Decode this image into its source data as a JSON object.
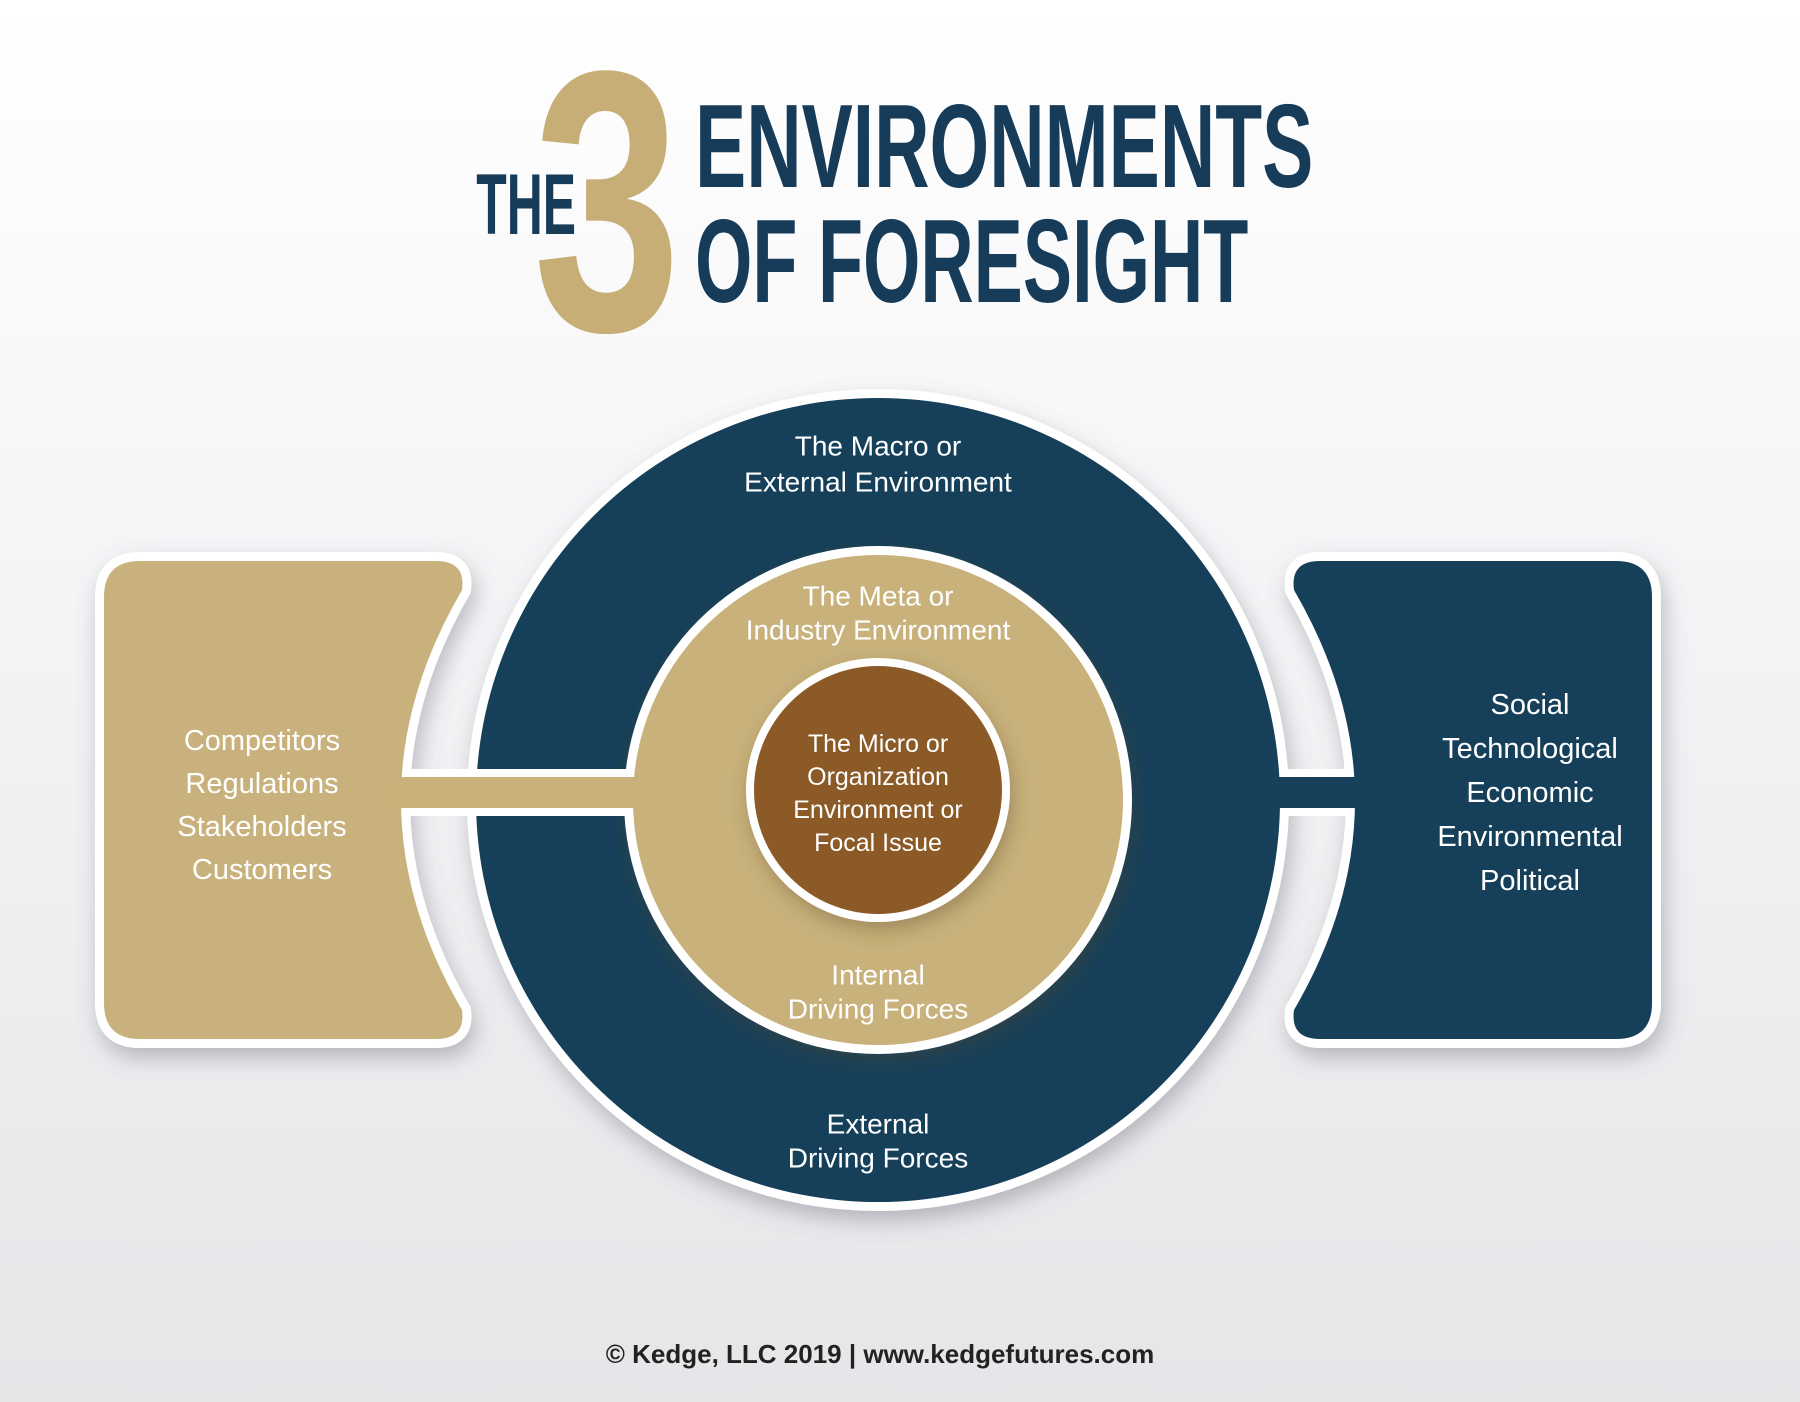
{
  "title": {
    "prefix": "THE",
    "number": "3",
    "line1": "ENVIRONMENTS",
    "line2": "OF FORESIGHT"
  },
  "diagram": {
    "macro_ring": {
      "lines": [
        "The Macro or",
        "External Environment"
      ]
    },
    "meta_ring": {
      "lines": [
        "The Meta or",
        "Industry Environment"
      ]
    },
    "micro_circle": {
      "lines": [
        "The Micro or",
        "Organization",
        "Environment or",
        "Focal Issue"
      ]
    },
    "internal_forces": {
      "lines": [
        "Internal",
        "Driving Forces"
      ]
    },
    "external_forces": {
      "lines": [
        "External",
        "Driving Forces"
      ]
    },
    "left_box": {
      "items": [
        "Competitors",
        "Regulations",
        "Stakeholders",
        "Customers"
      ]
    },
    "right_box": {
      "items": [
        "Social",
        "Technological",
        "Economic",
        "Environmental",
        "Political"
      ]
    }
  },
  "footer": {
    "text": "© Kedge, LLC 2019 | www.kedgefutures.com"
  },
  "colors": {
    "navy": "#17405A",
    "tan": "#C8B17B",
    "brown": "#8B5A26",
    "title_navy": "#173C5A",
    "title_gold": "#C7AE76",
    "bg_top": "#FFFFFF",
    "bg_mid": "#F6F6F8",
    "bg_bottom": "#E6E6E9",
    "footer_text": "#222222"
  }
}
